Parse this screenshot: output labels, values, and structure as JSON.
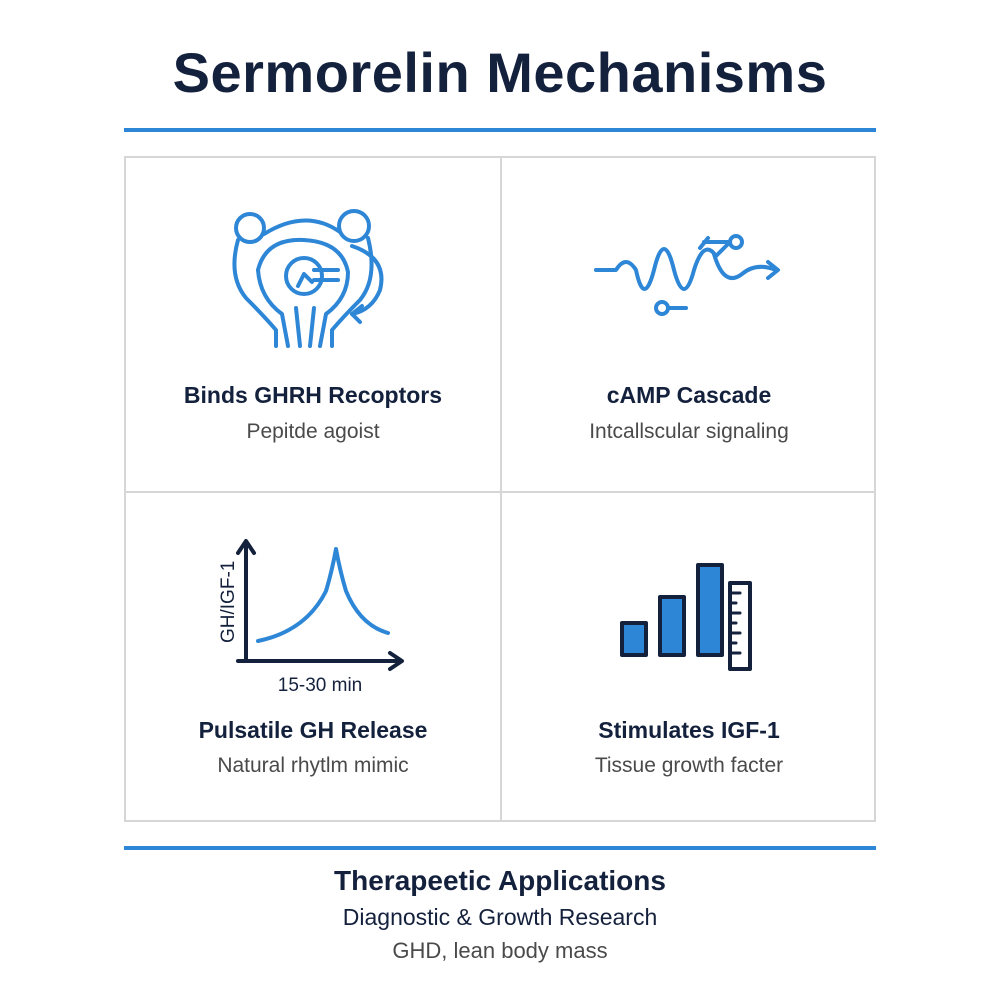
{
  "title": "Sermorelin Mechanisms",
  "colors": {
    "accent": "#2e86d6",
    "dark": "#14213d",
    "border": "#d6d6d6"
  },
  "cells": [
    {
      "icon": "receptor-icon",
      "title": "Binds GHRH Recoptors",
      "subtitle": "Pepitde agoist"
    },
    {
      "icon": "wave-signal-icon",
      "title": "cAMP Cascade",
      "subtitle": "Intcallscular signaling"
    },
    {
      "icon": "pulse-graph-icon",
      "title": "Pulsatile GH Release",
      "subtitle": "Natural rhytlm mimic",
      "ylabel": "GH/IGF-1",
      "xlabel": "15-30 min"
    },
    {
      "icon": "bar-ruler-icon",
      "title": "Stimulates IGF-1",
      "subtitle": "Tissue growth facter"
    }
  ],
  "footer": {
    "title": "Therapeetic Applications",
    "subtitle": "Diagnostic & Growth Research",
    "note": "GHD, lean body mass"
  }
}
